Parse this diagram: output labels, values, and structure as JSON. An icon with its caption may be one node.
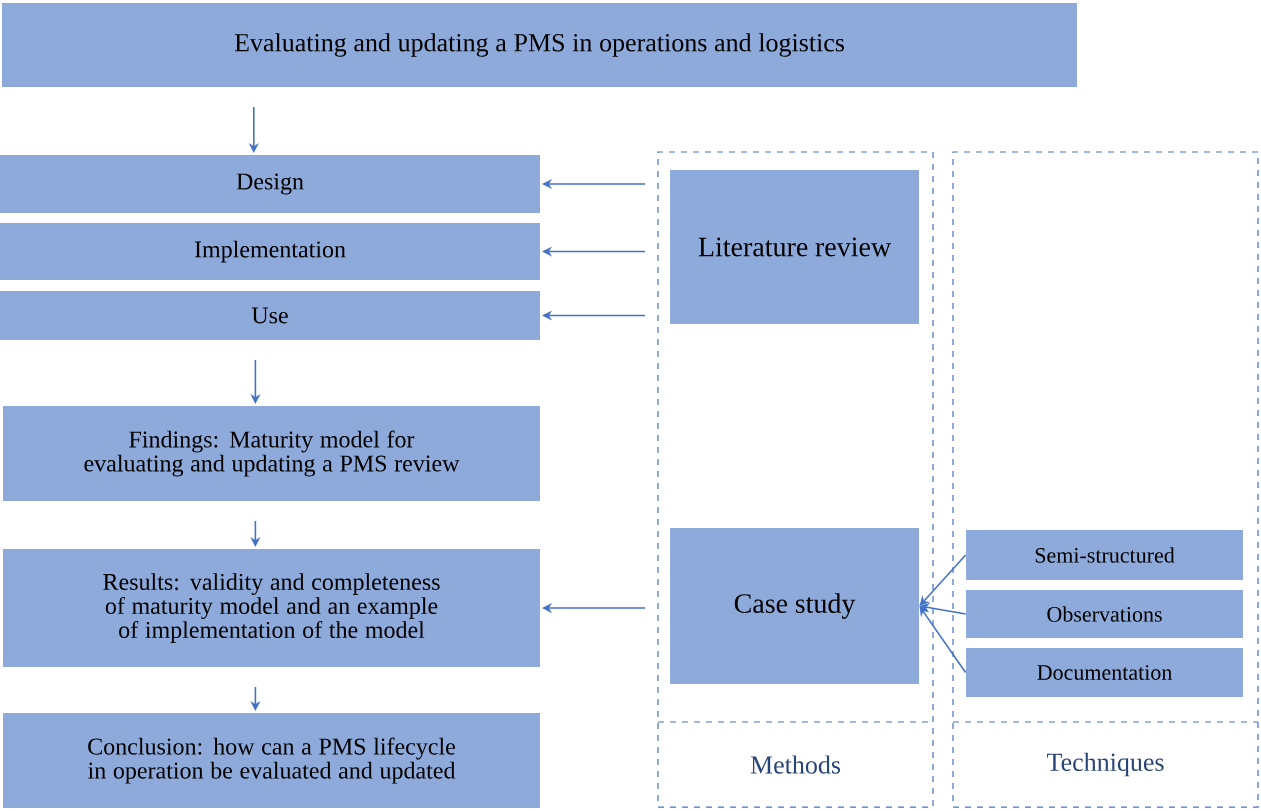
{
  "diagram": {
    "nodes": [
      {
        "text": [
          "Evaluating and updating a PMS in operations and logistics"
        ]
      },
      {
        "text": [
          "Design"
        ]
      },
      {
        "text": [
          "Implementation"
        ]
      },
      {
        "text": [
          "Use"
        ]
      },
      {
        "text": [
          "Findings: Maturity model for evaluating and updating a PMS review"
        ]
      },
      {
        "text": [
          "Results: validity and completeness of maturity model and an example of implementation of the model"
        ]
      },
      {
        "text": [
          "Conclusion: how can a PMS lifecycle in operation be evaluated and updated"
        ]
      },
      {
        "text": [
          "Methods"
        ]
      },
      {
        "text": [
          "Literature review"
        ],
        "in": 7
      },
      {
        "text": [
          "Case study"
        ],
        "in": 7
      },
      {
        "text": [
          "Techniques"
        ]
      },
      {
        "text": [
          "Semi-structured"
        ],
        "in": 10
      },
      {
        "text": [
          "Observations"
        ],
        "in": 10
      },
      {
        "text": [
          "Documentation"
        ],
        "in": 10
      }
    ],
    "edges": [
      {
        "from": 0,
        "to": 1,
        "arrow": "to"
      },
      {
        "from": 3,
        "to": 4,
        "arrow": "to"
      },
      {
        "from": 4,
        "to": 5,
        "arrow": "to"
      },
      {
        "from": 5,
        "to": 6,
        "arrow": "to"
      },
      {
        "from": 8,
        "to": 1,
        "arrow": "to"
      },
      {
        "from": 8,
        "to": 2,
        "arrow": "to"
      },
      {
        "from": 8,
        "to": 3,
        "arrow": "to"
      },
      {
        "from": 9,
        "to": 5,
        "arrow": "to"
      },
      {
        "from": 11,
        "to": 9,
        "arrow": "to"
      },
      {
        "from": 12,
        "to": 9,
        "arrow": "to"
      },
      {
        "from": 13,
        "to": 9,
        "arrow": "to"
      }
    ]
  }
}
